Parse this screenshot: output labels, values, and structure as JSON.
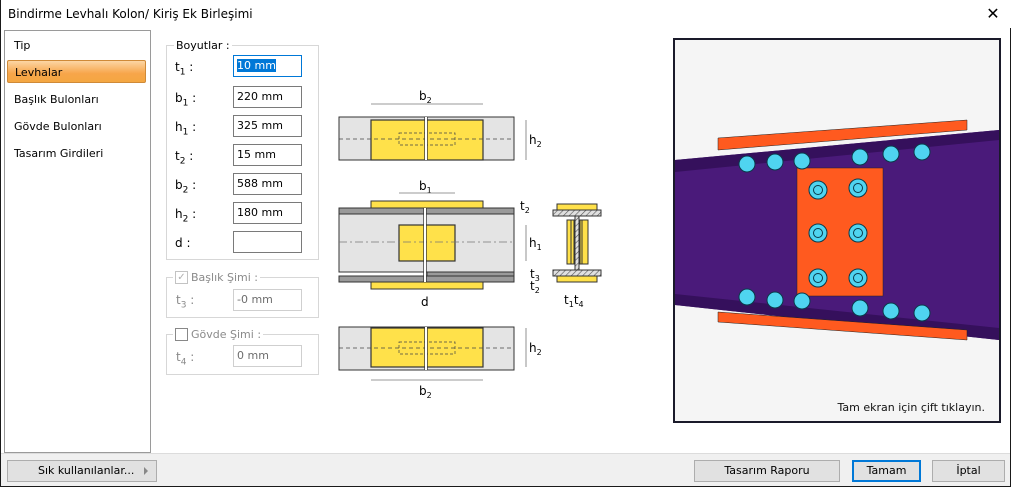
{
  "window": {
    "title": "Bindirme Levhalı Kolon/ Kiriş Ek Birleşimi",
    "close_glyph": "✕"
  },
  "sidebar": {
    "items": [
      {
        "label": "Tip",
        "active": false
      },
      {
        "label": "Levhalar",
        "active": true
      },
      {
        "label": "Başlık Bulonları",
        "active": false
      },
      {
        "label": "Gövde Bulonları",
        "active": false
      },
      {
        "label": "Tasarım Girdileri",
        "active": false
      }
    ]
  },
  "dimensions": {
    "legend": "Boyutlar :",
    "rows": [
      {
        "sym": "t",
        "sub": "1",
        "value": "10 mm",
        "focused": true
      },
      {
        "sym": "b",
        "sub": "1",
        "value": "220 mm"
      },
      {
        "sym": "h",
        "sub": "1",
        "value": "325 mm"
      },
      {
        "sym": "t",
        "sub": "2",
        "value": "15 mm"
      },
      {
        "sym": "b",
        "sub": "2",
        "value": "588 mm"
      },
      {
        "sym": "h",
        "sub": "2",
        "value": "180 mm"
      },
      {
        "sym": "d",
        "sub": "",
        "value": ""
      }
    ]
  },
  "flange_shim": {
    "legend": "Başlık Şimi :",
    "checked": true,
    "enabled": false,
    "sym": "t",
    "sub": "3",
    "value": "-0 mm"
  },
  "web_shim": {
    "legend": "Gövde Şimi :",
    "checked": false,
    "enabled": true,
    "sym": "t",
    "sub": "4",
    "value": "0 mm"
  },
  "diagram_labels": {
    "top_b2": "b2",
    "top_h2": "h2",
    "mid_b1": "b1",
    "mid_t2_top": "t2",
    "mid_h1": "h1",
    "mid_t3": "t3",
    "mid_t2_bot": "t2",
    "mid_d": "d",
    "sec_t1t4": "t1t4",
    "bot_h2": "h2",
    "bot_b2": "b2"
  },
  "viewer": {
    "hint": "Tam ekran için çift tıklayın."
  },
  "footer": {
    "favorites": "Sık kullanılanlar...",
    "report": "Tasarım Raporu",
    "ok": "Tamam",
    "cancel": "İptal"
  },
  "colors": {
    "plate": "#ffe14a",
    "beam_fill": "#e4e4e4",
    "flange": "#9a9a9a",
    "steel_3d": "#4a1a7a",
    "plate_3d": "#ff5a1f",
    "bolt_3d": "#4fd4f0",
    "accent": "#0078d7",
    "active_tab": "#f7a54a"
  }
}
